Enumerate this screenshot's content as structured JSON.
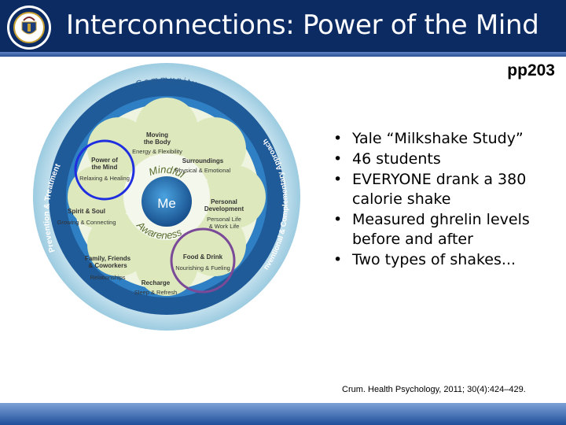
{
  "slide": {
    "title": "Interconnections: Power of the Mind",
    "page_ref": "pp203",
    "citation": "Crum. Health Psychology, 2011; 30(4):424–429.",
    "colors": {
      "header_bg": "#0c2b63",
      "footer_bar": "#1f4f9b",
      "wheel_outer": "#1f5a99",
      "wheel_ring": "#2f7fc4",
      "petal_green": "#dde9bd",
      "highlight_blue": "#1f2fe0",
      "highlight_purple": "#7a4a98"
    },
    "icons": {
      "logo": "department-seal-icon"
    }
  },
  "wheel": {
    "outer_label": "Community",
    "left_arc_label": "Prevention & Treatment",
    "right_arc_label": "Conventional & Complementary Approaches",
    "mindful_label": "Mindful",
    "awareness_label": "Awareness",
    "center_label": "Me",
    "petals": [
      {
        "title_line1": "Moving",
        "title_line2": "the Body",
        "subtitle": "Energy & Flexibility"
      },
      {
        "title_line1": "Surroundings",
        "title_line2": "",
        "subtitle": "Physical & Emotional"
      },
      {
        "title_line1": "Personal",
        "title_line2": "Development",
        "subtitle": "Personal Life",
        "subtitle2": "& Work Life"
      },
      {
        "title_line1": "Food & Drink",
        "title_line2": "",
        "subtitle": "Nourishing & Fueling"
      },
      {
        "title_line1": "Recharge",
        "title_line2": "",
        "subtitle": "Sleep & Refresh"
      },
      {
        "title_line1": "Family, Friends",
        "title_line2": "& Coworkers",
        "subtitle": "Relationships"
      },
      {
        "title_line1": "Spirit & Soul",
        "title_line2": "",
        "subtitle": "Growing & Connecting"
      },
      {
        "title_line1": "Power of",
        "title_line2": "the Mind",
        "subtitle": "Relaxing & Healing"
      }
    ]
  },
  "bullets": [
    "Yale “Milkshake Study”",
    "46 students",
    "EVERYONE drank a 380 calorie shake",
    "Measured ghrelin levels before and after",
    "Two types of shakes..."
  ]
}
